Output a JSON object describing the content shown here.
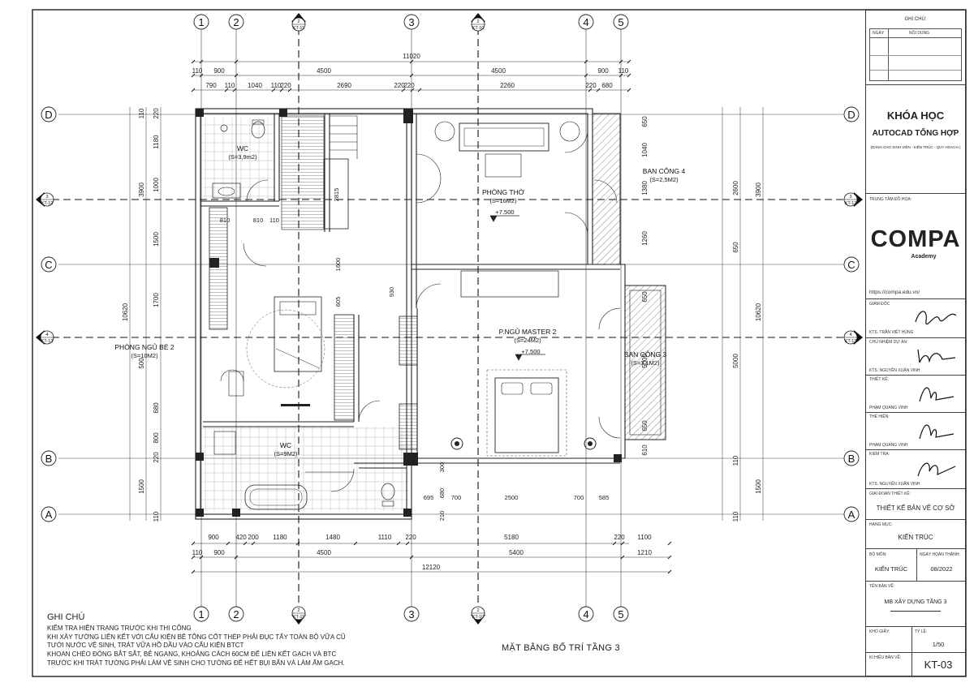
{
  "plan": {
    "title": "MẶT BẰNG BỐ TRÍ TẦNG 3",
    "grid_top": [
      "1",
      "2",
      "3",
      "4",
      "5"
    ],
    "grid_side": [
      "D",
      "C",
      "B",
      "A"
    ],
    "section_marks": [
      {
        "num": "2",
        "ref": "KT-11"
      },
      {
        "num": "2",
        "ref": "KT-10"
      },
      {
        "num": "3",
        "ref": "KT-12"
      },
      {
        "num": "4",
        "ref": "KT-13"
      }
    ],
    "dims_top_overall": "11020",
    "dims_top_row1": [
      "110",
      "900",
      "4500",
      "4500",
      "900",
      "110"
    ],
    "dims_top_row2": [
      "790",
      "110",
      "1040",
      "110",
      "220",
      "2690",
      "220",
      "220",
      "2260",
      "220",
      "680"
    ],
    "dims_bottom_row1": [
      "900",
      "420",
      "200",
      "1180",
      "1480",
      "1110",
      "220",
      "5180",
      "220",
      "1100"
    ],
    "dims_bottom_row2": [
      "110",
      "900",
      "4500",
      "5400",
      "1210"
    ],
    "dims_bottom_overall": "12120",
    "dims_left": [
      "110",
      "220",
      "1180",
      "1000",
      "3900",
      "1500",
      "1700",
      "10620",
      "500",
      "680",
      "800",
      "220",
      "1500",
      "110"
    ],
    "dims_right": [
      "650",
      "1040",
      "1380",
      "2600",
      "3900",
      "1260",
      "650",
      "10620",
      "650",
      "5000",
      "5000",
      "650",
      "610",
      "110",
      "1500",
      "110"
    ],
    "inner_dims": [
      "2815",
      "810",
      "810",
      "110",
      "1600",
      "605",
      "930",
      "300",
      "695",
      "680",
      "700",
      "2500",
      "700",
      "585",
      "210"
    ],
    "rooms": [
      {
        "name": "WC",
        "area": "(S=3,9m2)"
      },
      {
        "name": "PHÒNG THỜ",
        "area": "(S=16M2)",
        "level": "+7.500"
      },
      {
        "name": "BAN CÔNG 4",
        "area": "(S=2,5M2)"
      },
      {
        "name": "PHÒNG NGỦ BÉ 2",
        "area": "(S=10M2)"
      },
      {
        "name": "P.NGỦ MASTER 2",
        "area": "(S=24M2)",
        "level": "+7.500"
      },
      {
        "name": "BAN CÔNG 3",
        "area": "(S=3,1M2)"
      },
      {
        "name": "WC",
        "area": "(S=9M2)"
      }
    ]
  },
  "notes": {
    "heading": "GHI CHÚ",
    "lines": [
      "KIỂM TRA HIỆN TRẠNG TRƯỚC KHI THI CÔNG",
      "KHI XÂY TƯỜNG LIÊN KẾT VỚI CẤU KIỆN BÊ TÔNG CỐT THÉP PHẢI ĐỤC TẨY TOÀN BỘ VỮA CŨ",
      "TƯỚI NƯỚC VỆ SINH, TRÁT VỮA HỒ DẦU VÀO CẤU KIỆN BTCT",
      "KHOAN CHÉO ĐÓNG BẮT SẮT, BẺ NGANG, KHOẢNG CÁCH 60CM ĐỂ LIÊN KẾT GẠCH VÀ BTC",
      "TRƯỚC KHI TRÁT TƯỜNG PHẢI LÀM VỆ SINH CHO TƯỜNG ĐỂ HẾT BỤI BẨN VÀ LÀM ẨM GẠCH."
    ]
  },
  "title_block": {
    "ghi_chu": "GHI CHÚ:",
    "ngay": "NGÀY",
    "noi_dung": "NỘI DUNG",
    "course_1": "KHÓA HỌC",
    "course_2": "AUTOCAD TỔNG HỢP",
    "course_3": "(DÀNH CHO SINH VIÊN : KIẾN TRÚC - QUY HOẠCH )",
    "center_label": "TRUNG TÂM ĐỒ HỌA:",
    "logo": "COMPA",
    "logo_sub": "Academy",
    "url": "https://compa.edu.vn/",
    "giam_doc": "GIÁM ĐỐC",
    "giam_doc_name": "KTS. TRẦN VIỆT HÙNG",
    "chu_nhiem": "CHỦ NHIỆM DỰ ÁN:",
    "chu_nhiem_name": "KTS. NGUYỄN XUÂN VINH",
    "thiet_ke": "THIẾT KẾ:",
    "thiet_ke_name": "PHẠM QUANG VINH",
    "the_hien": "THỂ HIỆN:",
    "the_hien_name": "PHẠM QUANG VINH",
    "kiem_tra": "KIỂM TRA:",
    "kiem_tra_name": "KTS. NGUYỄN XUÂN VINH",
    "giai_doan": "GIAI ĐOẠN THIẾT KẾ:",
    "giai_doan_val": "THIẾT KẾ BẢN VẼ CƠ SỞ",
    "hang_muc": "HẠNG MỤC:",
    "hang_muc_val": "KIẾN TRÚC",
    "bo_mon": "BỘ MÔN:",
    "bo_mon_val": "KIẾN TRÚC",
    "ngay_ht": "NGÀY HOÀN THÀNH:",
    "ngay_ht_val": "08/2022",
    "ten_ban_ve": "TÊN BẢN VẼ:",
    "ten_ban_ve_val": "MB XÂY DỰNG TẦNG 3",
    "kho_giay": "KHỔ GIẤY:",
    "ty_le": "TỶ LỆ:",
    "ty_le_val": "1/50",
    "ki_hieu": "KÍ HIỆU BẢN VẼ:",
    "ki_hieu_val": "KT-03"
  }
}
